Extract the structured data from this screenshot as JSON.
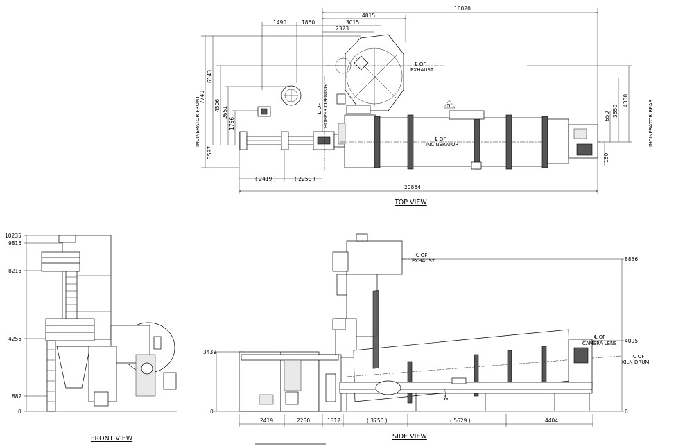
{
  "views": {
    "top": "TOP VIEW",
    "front": "FRONT VIEW",
    "side": "SIDE VIEW"
  },
  "top_view": {
    "dims_top": [
      "16020",
      "4815",
      "1490",
      "1860",
      "3015",
      "2323"
    ],
    "dims_left": [
      "7740",
      "6143",
      "4506",
      "2651",
      "1756",
      "3597"
    ],
    "dims_right": [
      "4300",
      "3650",
      "650",
      "160"
    ],
    "dims_bottom": [
      "( 2419 )",
      "( 2250 )",
      "20864"
    ],
    "labels": {
      "front": "INCINERATOR FRONT",
      "rear": "INCINERATOR REAR",
      "exhaust_cl": "℄ OF",
      "exhaust": "EXHAUST",
      "incinerator_cl": "℄ OF",
      "incinerator": "INCINERATOR",
      "hopper_cl": "℄ OF",
      "hopper": "HOPPER OPENING",
      "mark": "G"
    }
  },
  "front_view": {
    "levels": [
      "10235",
      "9815",
      "8215",
      "4255",
      "882",
      "0"
    ]
  },
  "side_view": {
    "left_levels": [
      "3439",
      "0"
    ],
    "right_levels": [
      "8856",
      "4095",
      "0"
    ],
    "dims_bottom": [
      "2419",
      "2250",
      "1312",
      "( 3750 )",
      "( 5629 )",
      "4404"
    ],
    "labels": {
      "exhaust_cl": "℄ OF",
      "exhaust": "EXHAUST",
      "camera_cl": "℄ OF",
      "camera": "CAMERA LENS",
      "kiln_cl": "℄ OF",
      "kiln": "KILN DRUM",
      "angle": "3°"
    }
  }
}
